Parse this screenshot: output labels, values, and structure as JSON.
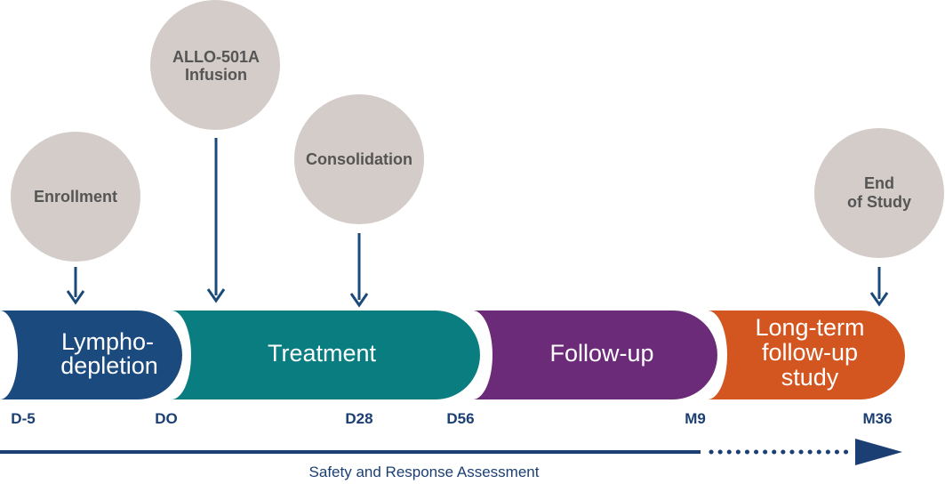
{
  "colors": {
    "circle": "#d3ccc8",
    "arrow": "#1b4a7a",
    "lymphodepletion": "#1b4a7e",
    "treatment": "#0a7d80",
    "follow_up": "#6c2b78",
    "long_term": "#d3551f",
    "axis": "#1b3f73"
  },
  "milestones": {
    "enrollment": "Enrollment",
    "infusion_line1": "ALLO-501A",
    "infusion_line2": "Infusion",
    "consolidation": "Consolidation",
    "end_line1": "End",
    "end_line2": "of Study"
  },
  "phases": {
    "lymphodepletion_line1": "Lympho-",
    "lymphodepletion_line2": "depletion",
    "treatment": "Treatment",
    "follow_up": "Follow-up",
    "long_term_line1": "Long-term",
    "long_term_line2": "follow-up",
    "long_term_line3": "study"
  },
  "timepoints": {
    "d_minus_5": "D-5",
    "d0": "DO",
    "d28": "D28",
    "d56": "D56",
    "m9": "M9",
    "m36": "M36"
  },
  "assessment": "Safety and Response Assessment"
}
